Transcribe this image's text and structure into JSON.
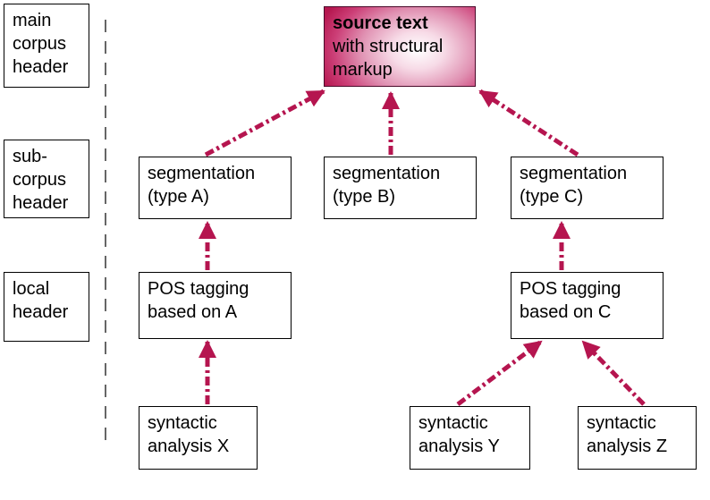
{
  "header_levels": [
    {
      "lines": [
        "main",
        "corpus",
        "header"
      ]
    },
    {
      "lines": [
        "sub-",
        "corpus",
        "header"
      ]
    },
    {
      "lines": [
        "local",
        "header"
      ]
    }
  ],
  "source": {
    "line1": "source text",
    "line2": "with structural",
    "line3": "markup"
  },
  "segmentation": [
    {
      "lines": [
        "segmentation",
        "(type A)"
      ]
    },
    {
      "lines": [
        "segmentation",
        "(type B)"
      ]
    },
    {
      "lines": [
        "segmentation",
        "(type C)"
      ]
    }
  ],
  "pos": [
    {
      "lines": [
        "POS tagging",
        "based on A"
      ]
    },
    {
      "lines": [
        "POS tagging",
        "based on C"
      ]
    }
  ],
  "syntactic": [
    {
      "lines": [
        "syntactic",
        "analysis X"
      ]
    },
    {
      "lines": [
        "syntactic",
        "analysis Y"
      ]
    },
    {
      "lines": [
        "syntactic",
        "analysis Z"
      ]
    }
  ],
  "colors": {
    "arrow": "#b5154f",
    "source_fill_dark": "#b5174f"
  }
}
